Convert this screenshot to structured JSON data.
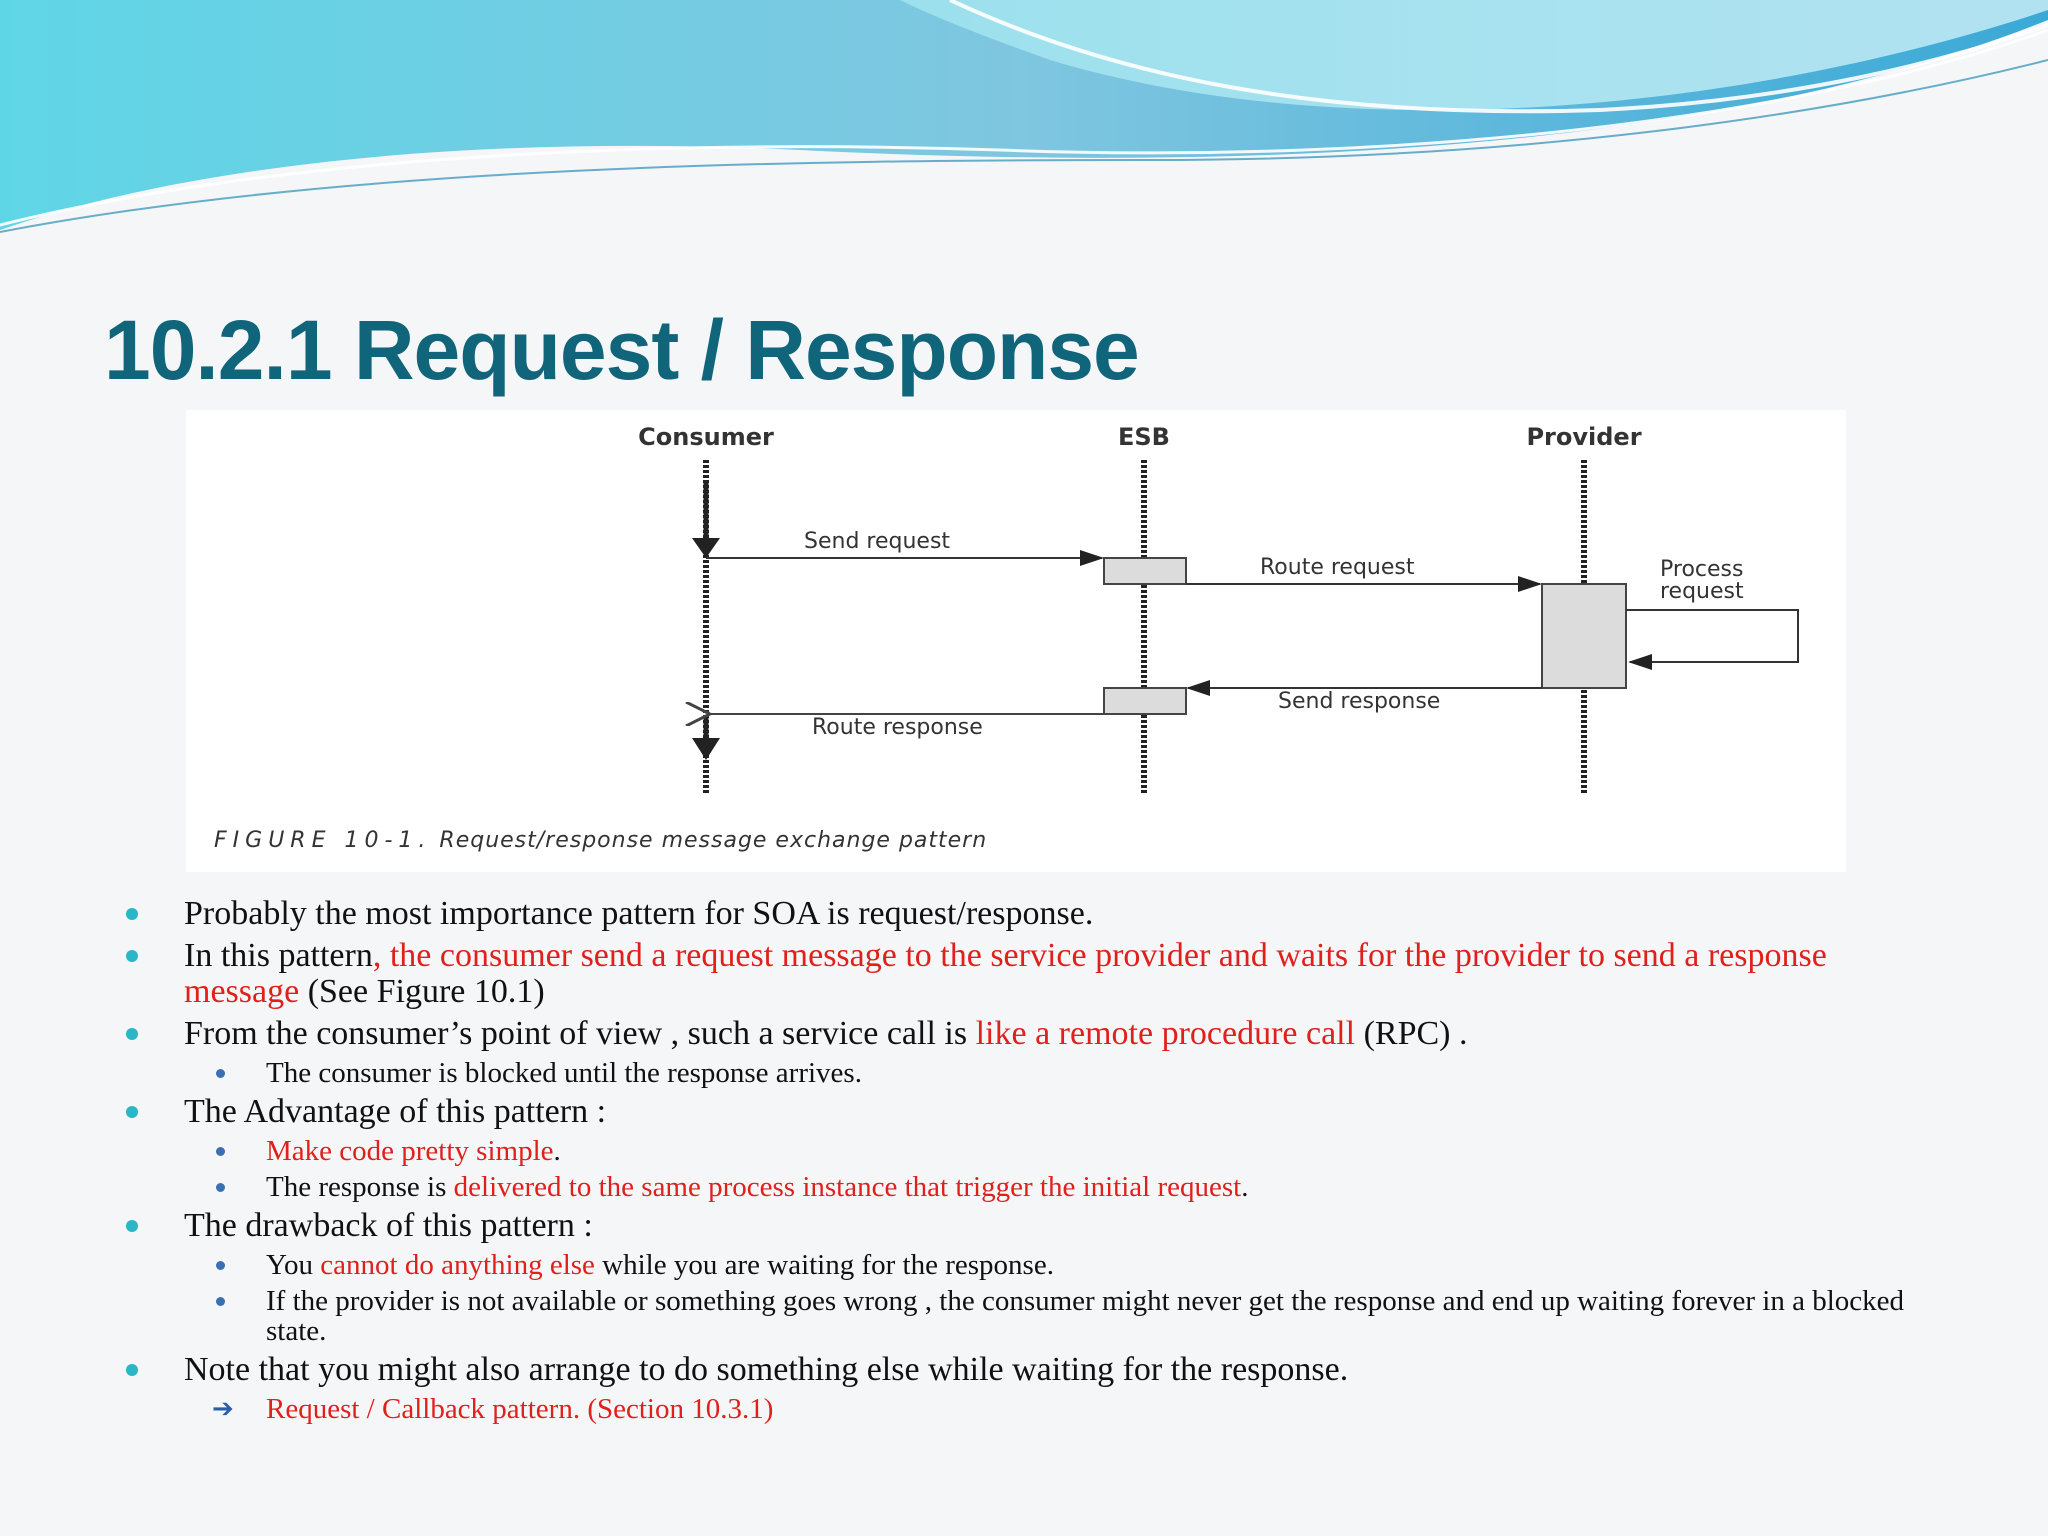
{
  "slide": {
    "title": "10.2.1 Request / Response"
  },
  "diagram": {
    "lanes": {
      "consumer": "Consumer",
      "esb": "ESB",
      "provider": "Provider"
    },
    "messages": {
      "send_request": "Send request",
      "route_request": "Route request",
      "process_request_1": "Process",
      "process_request_2": "request",
      "send_response": "Send response",
      "route_response": "Route response"
    },
    "caption_label": "FIGURE 10-1.",
    "caption_text": "Request/response message exchange pattern"
  },
  "bullets": {
    "b1": "Probably the most importance pattern for SOA is request/response.",
    "b2_a": "In this pattern",
    "b2_b": ", the consumer send a request message to the service provider and waits for the provider to send a response message",
    "b2_c": " (See Figure 10.1)",
    "b3_a": "From the consumer’s point of view , such a service call is ",
    "b3_b": "like a remote procedure call",
    "b3_c": " (RPC) .",
    "b3_sub1": "The consumer is blocked until the response arrives.",
    "b4": "The Advantage of this pattern :",
    "b4_sub1_a": "Make code pretty simple",
    "b4_sub1_b": ".",
    "b4_sub2_a": "The response is ",
    "b4_sub2_b": "delivered to the same process instance that trigger the initial request",
    "b4_sub2_c": ".",
    "b5": "The drawback of this pattern :",
    "b5_sub1_a": "You ",
    "b5_sub1_b": "cannot do anything else",
    "b5_sub1_c": " while you are waiting for the response.",
    "b5_sub2": "If the provider is not available or something goes wrong , the consumer might never get the response and end up waiting forever in a blocked state.",
    "b6": "Note that you might also arrange to do something else while waiting for the response.",
    "b6_sub1": "Request / Callback pattern. (Section 10.3.1)"
  },
  "colors": {
    "title": "#10657a",
    "highlight": "#e0201b",
    "bullet": "#29b6c7"
  }
}
